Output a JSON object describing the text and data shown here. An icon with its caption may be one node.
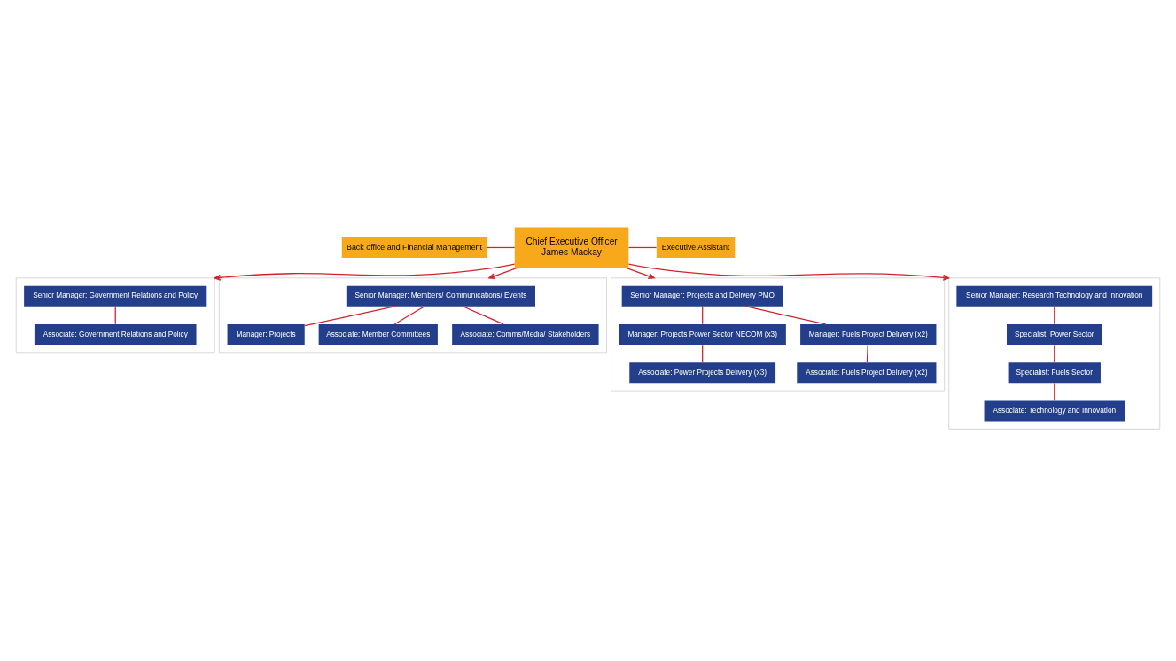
{
  "diagram": {
    "nodes": [
      {
        "text": [
          "Back office and Financial Management"
        ]
      },
      {
        "text": [
          "Chief Executive Officer",
          "James Mackay"
        ]
      },
      {
        "text": [
          "Executive Assistant"
        ]
      },
      {
        "text": [],
        "shape": "box"
      },
      {
        "text": [],
        "shape": "box"
      },
      {
        "text": [],
        "shape": "box"
      },
      {
        "text": [],
        "shape": "box"
      },
      {
        "text": [
          "Senior Manager: Government Relations and Policy"
        ],
        "in": 3
      },
      {
        "text": [
          "Associate: Government Relations and Policy"
        ],
        "in": 3
      },
      {
        "text": [
          "Senior Manager: Members/ Communications/ Events"
        ],
        "in": 4
      },
      {
        "text": [
          "Manager: Projects"
        ],
        "in": 4
      },
      {
        "text": [
          "Associate: Member Committees"
        ],
        "in": 4
      },
      {
        "text": [
          "Associate: Comms/Media/ Stakeholders"
        ],
        "in": 4
      },
      {
        "text": [
          "Senior Manager: Projects and Delivery PMO"
        ],
        "in": 5
      },
      {
        "text": [
          "Manager: Projects Power Sector NECOM (x3)"
        ],
        "in": 5
      },
      {
        "text": [
          "Manager: Fuels Project Delivery (x2)"
        ],
        "in": 5
      },
      {
        "text": [
          "Associate: Power Projects Delivery (x3)"
        ],
        "in": 5
      },
      {
        "text": [
          "Associate: Fuels Project Delivery (x2)"
        ],
        "in": 5
      },
      {
        "text": [
          "Senior Manager: Research Technology and Innovation"
        ],
        "in": 6
      },
      {
        "text": [
          "Specialist: Power Sector"
        ],
        "in": 6
      },
      {
        "text": [
          "Specialist: Fuels Sector"
        ],
        "in": 6
      },
      {
        "text": [
          "Associate: Technology and Innovation"
        ],
        "in": 6
      }
    ],
    "edges": [
      {
        "from": 0,
        "to": 1,
        "arrow": "none"
      },
      {
        "from": 1,
        "to": 2,
        "arrow": "none"
      },
      {
        "from": 1,
        "to": 3,
        "arrow": "to"
      },
      {
        "from": 1,
        "to": 4,
        "arrow": "to"
      },
      {
        "from": 1,
        "to": 5,
        "arrow": "to"
      },
      {
        "from": 1,
        "to": 6,
        "arrow": "to"
      },
      {
        "from": 7,
        "to": 8,
        "arrow": "none"
      },
      {
        "from": 9,
        "to": 10,
        "arrow": "none"
      },
      {
        "from": 9,
        "to": 11,
        "arrow": "none"
      },
      {
        "from": 9,
        "to": 12,
        "arrow": "none"
      },
      {
        "from": 13,
        "to": 14,
        "arrow": "none"
      },
      {
        "from": 13,
        "to": 15,
        "arrow": "none"
      },
      {
        "from": 14,
        "to": 16,
        "arrow": "none"
      },
      {
        "from": 15,
        "to": 17,
        "arrow": "none"
      },
      {
        "from": 18,
        "to": 19,
        "arrow": "none"
      },
      {
        "from": 19,
        "to": 20,
        "arrow": "none"
      },
      {
        "from": 20,
        "to": 21,
        "arrow": "none"
      }
    ]
  }
}
